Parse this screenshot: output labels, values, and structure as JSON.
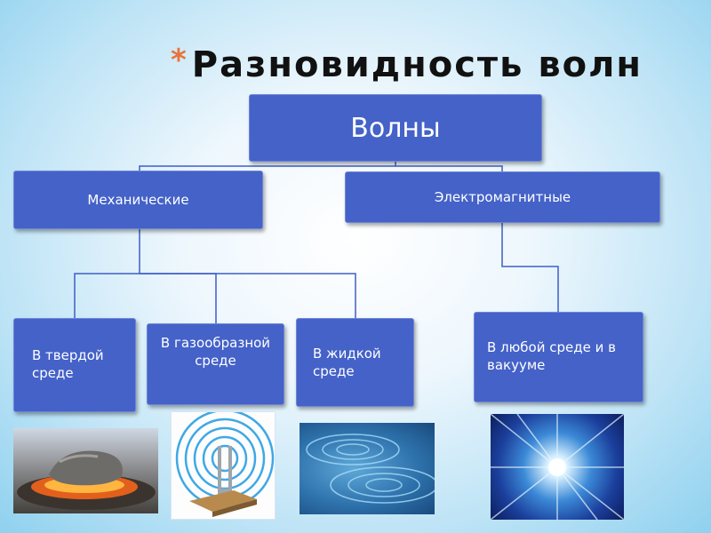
{
  "title": {
    "bullet": "*",
    "text": "Разновидность волн"
  },
  "diagram": {
    "root": "Волны",
    "level1": {
      "mechanical": "Механические",
      "electromagnetic": "Электромагнитные"
    },
    "level2": {
      "solid": "В твердой среде",
      "gas": "В газообразной среде",
      "liquid": "В жидкой среде",
      "any": "В любой среде и в вакууме"
    }
  },
  "colors": {
    "box_fill": "#4462c8",
    "connector": "#3f5ec6",
    "bullet": "#e8743b"
  },
  "images": [
    "hot-stone-photo",
    "tuning-fork-sound-waves",
    "water-ripples-photo",
    "light-burst-photo"
  ]
}
